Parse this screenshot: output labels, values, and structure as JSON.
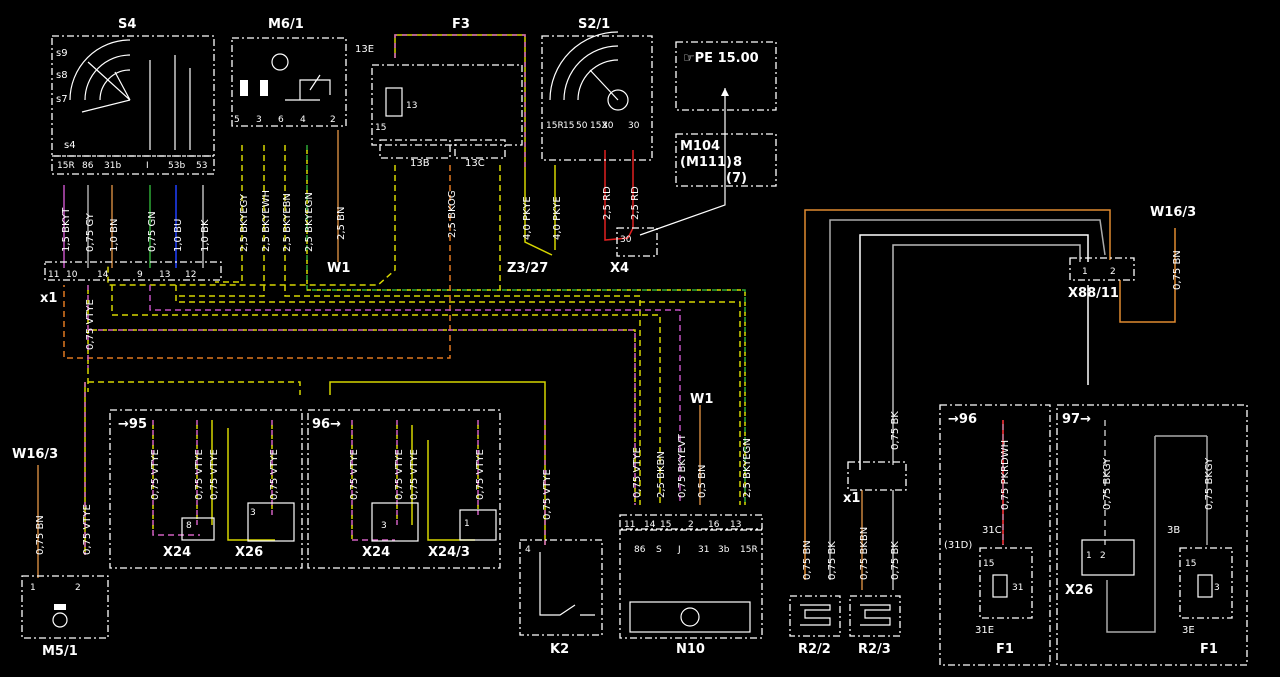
{
  "components": {
    "s4": "S4",
    "m6_1": "M6/1",
    "f3": "F3",
    "s2_1": "S2/1",
    "pe": "☞PE 15.00",
    "m104": "M104",
    "m111": "(M111)",
    "m104_pin": "8",
    "m111_pin": "(7)",
    "w16_3_right": "W16/3",
    "w16_3_left": "W16/3",
    "x1_top": "x1",
    "x1_right": "x1",
    "w1_top": "W1",
    "w1_mid": "W1",
    "z3_27": "Z3/27",
    "x4": "X4",
    "x88_11": "X88/11",
    "g95": "→95",
    "g96": "96→",
    "g96b": "→96",
    "g97": "97→",
    "x24a": "X24",
    "x26a": "X26",
    "x24b": "X24",
    "x24_3": "X24/3",
    "x26_f1": "X26",
    "m5_1": "M5/1",
    "k2": "K2",
    "n10": "N10",
    "r2_2": "R2/2",
    "r2_3": "R2/3",
    "f1a": "F1",
    "f1b": "F1",
    "f3_13e": "13E",
    "f3_13b": "13B",
    "f3_13c": "13C",
    "f3_13": "13",
    "f3_15": "15",
    "f1_31c": "31C",
    "f1_31d": "(31D)",
    "f1_31e": "31E",
    "f1_3b": "3B",
    "f1_3e": "3E",
    "f1_15a": "15",
    "f1_31": "31",
    "f1_15b": "15",
    "f1_3": "3"
  },
  "s4_positions": [
    "s9",
    "s8",
    "s7",
    "s4"
  ],
  "s4_pins": [
    "15R",
    "86",
    "31b",
    "I",
    "53b",
    "53"
  ],
  "m6_1_pins": [
    "5",
    "3",
    "6",
    "4",
    "2"
  ],
  "s2_1_pins": [
    "15R",
    "15",
    "50",
    "15X",
    "30",
    "30"
  ],
  "x1_pins": [
    "11",
    "10",
    "14",
    "9",
    "13",
    "12"
  ],
  "x88_pins": [
    "1",
    "2"
  ],
  "m5_1_pins": [
    "1",
    "2"
  ],
  "n10_pins": [
    "11",
    "14",
    "15",
    "2",
    "16",
    "13"
  ],
  "n10_terminals": [
    "86",
    "S",
    "J",
    "31",
    "3b",
    "15R"
  ],
  "k2_pin": "4",
  "x24_pins": [
    "8",
    "3"
  ],
  "x26_pin": "3",
  "x24_3_pin": "1",
  "x26_f1_pins": [
    "1",
    "2"
  ],
  "x4_pin": "30",
  "wires": {
    "s4_1": "1,5 BKYT",
    "s4_2": "0,75 GY",
    "s4_3": "1,0 BN",
    "s4_4": "0,75 GN",
    "s4_5": "1,0 BU",
    "s4_6": "1,0 BK",
    "m6_1": "2,5 BKYEGY",
    "m6_2": "2,5 BKYEWH",
    "m6_3": "2,5 BKYEBN",
    "m6_4": "2,5 BKYEGN",
    "m6_5": "2,5 BN",
    "f3_b": "2,5 BKOG",
    "f3_c1": "4,0 PKYE",
    "f3_c2": "4,0 PKYE",
    "s2_rd1": "2,5 RD",
    "s2_rd2": "2,5 RD",
    "x1_10": "0,75 VTYE",
    "w16_right": "0,75 BN",
    "g95_1": "0,75 VTYE",
    "g95_2": "0,75 VTYE",
    "g95_3": "0,75 VTYE",
    "g95_4": "0,75 VTYE",
    "g96_1": "0,75 VTYE",
    "g96_2": "0,75 VTYE",
    "g96_3": "0,75 VTYE",
    "g96_4": "0,75 VTYE",
    "k2_w": "0,75 VTYE",
    "w16_left": "0,75 BN",
    "m5_w": "0,75 VTYE",
    "n10_1": "0,75 VTYE",
    "n10_2": "2,5 BKBN",
    "n10_3": "0,75 BKYEVT",
    "n10_4": "0,5 BN",
    "n10_5": "2,5 BKYEGN",
    "x1r_bk": "0,75 BK",
    "r22_bn": "0,75 BN",
    "r22_bk": "0,75 BK",
    "r23_bkbn": "0,75 BKBN",
    "r23_bk": "0,75 BK",
    "f1_pk": "0,75 PKRDWH",
    "f1_bkgy1": "0,75 BKGY",
    "f1_bkgy2": "0,75 BKGY"
  }
}
